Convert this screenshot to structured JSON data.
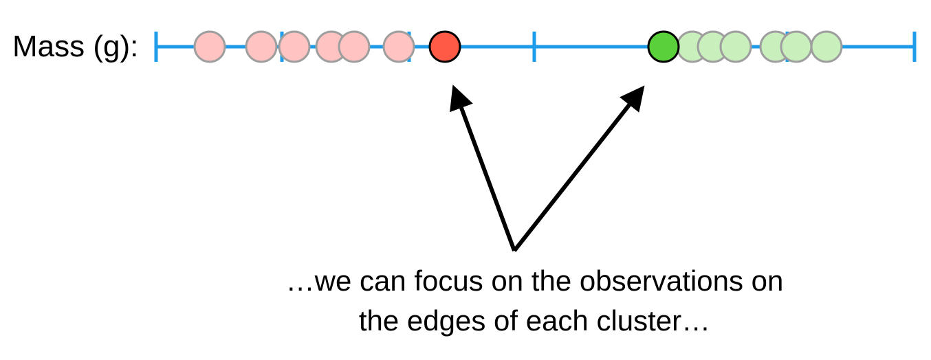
{
  "axis": {
    "label": "Mass (g):",
    "line_color": "#1e9be9"
  },
  "observations": {
    "cluster_a": {
      "fill": "#ffc4c1",
      "stroke": "#9e9e9e",
      "values": [
        305,
        380,
        428,
        482,
        515,
        580
      ]
    },
    "cluster_a_edge": {
      "fill": "#ff5a45",
      "stroke": "#000000",
      "value": 647
    },
    "cluster_b_edge": {
      "fill": "#5ad13a",
      "stroke": "#000000",
      "value": 965
    },
    "cluster_b": {
      "fill": "#c8efbc",
      "stroke": "#9e9e9e",
      "values": [
        1007,
        1037,
        1070,
        1128,
        1158,
        1202
      ]
    }
  },
  "annotation": {
    "arrow_color": "#000000",
    "caption_line1": "…we can focus on the observations on",
    "caption_line2": "the edges of each cluster…"
  }
}
